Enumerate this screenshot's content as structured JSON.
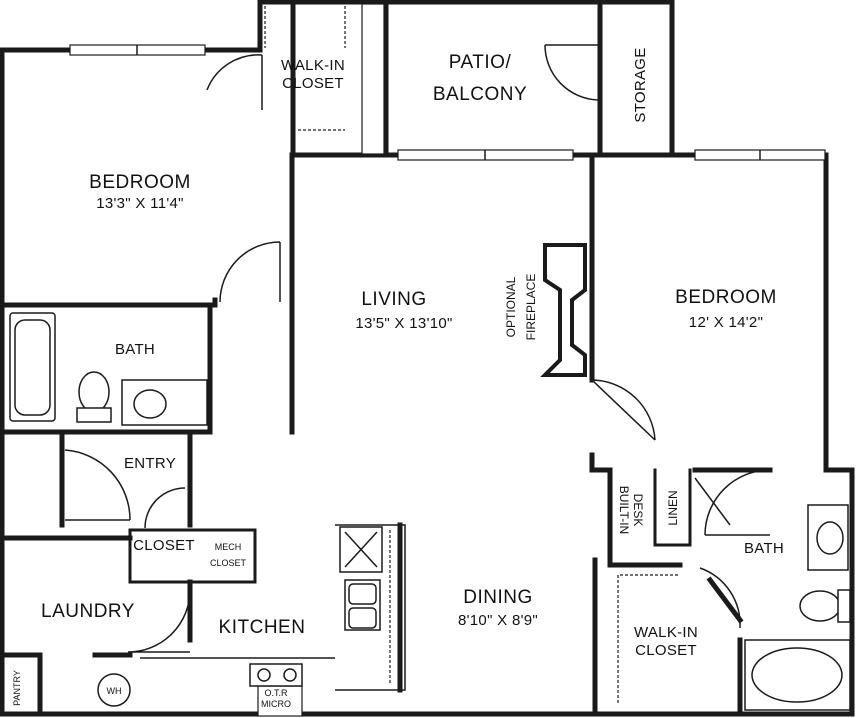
{
  "rooms": {
    "bedroom_1": {
      "name": "BEDROOM",
      "dims": "13'3\" X 11'4\""
    },
    "walkin_closet_1": {
      "line1": "WALK-IN",
      "line2": "CLOSET"
    },
    "patio": {
      "line1": "PATIO/",
      "line2": "BALCONY"
    },
    "storage": {
      "name": "STORAGE"
    },
    "living": {
      "name": "LIVING",
      "dims": "13'5\" X 13'10\""
    },
    "fireplace": {
      "line1": "OPTIONAL",
      "line2": "FIREPLACE"
    },
    "bedroom_2": {
      "name": "BEDROOM",
      "dims": "12' X 14'2\""
    },
    "bath_1": {
      "name": "BATH"
    },
    "entry": {
      "name": "ENTRY"
    },
    "closet": {
      "name": "CLOSET"
    },
    "mech_closet": {
      "line1": "MECH",
      "line2": "CLOSET"
    },
    "laundry": {
      "name": "LAUNDRY"
    },
    "pantry": {
      "name": "PANTRY"
    },
    "wh": {
      "name": "WH"
    },
    "kitchen": {
      "name": "KITCHEN"
    },
    "otr_micro": {
      "line1": "O.T.R",
      "line2": "MICRO"
    },
    "dining": {
      "name": "DINING",
      "dims": "8'10\" X 8'9\""
    },
    "builtin_desk": {
      "line1": "BUILT-IN",
      "line2": "DESK"
    },
    "linen": {
      "name": "LINEN"
    },
    "bath_2": {
      "name": "BATH"
    },
    "walkin_closet_2": {
      "line1": "WALK-IN",
      "line2": "CLOSET"
    }
  }
}
